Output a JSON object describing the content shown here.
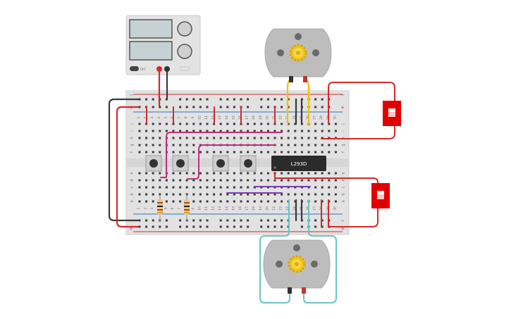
{
  "circuit": {
    "chip_label": "L293D",
    "colors": {
      "wire_red": "#d42a2a",
      "wire_black": "#3a3a3a",
      "wire_yellow": "#f2c200",
      "wire_magenta": "#c0307a",
      "wire_purple": "#7a3fb0",
      "wire_cyan": "#6cc3c8",
      "breadboard": "#e2e2e2",
      "rail_line_red": "#d42a2a",
      "rail_line_blue": "#3a6fb8",
      "motor_body": "#bdbdbd",
      "gear": "#f0c419",
      "chip": "#2b2b2b",
      "switch": "#e00000"
    },
    "power_supply": {
      "button_text": "OFF"
    },
    "breadboard": {
      "column_numbers": [
        "1",
        "2",
        "3",
        "4",
        "5",
        "6",
        "7",
        "8",
        "9",
        "10",
        "11",
        "12",
        "13",
        "14",
        "15",
        "16",
        "17",
        "18",
        "19",
        "20",
        "21",
        "22",
        "23",
        "24",
        "25",
        "26",
        "27",
        "28",
        "29",
        "30"
      ],
      "row_letters_top": [
        "j",
        "i",
        "h",
        "g",
        "f"
      ],
      "row_letters_bottom": [
        "e",
        "d",
        "c",
        "b",
        "a"
      ],
      "rail_plus": "+",
      "rail_minus": "−"
    }
  }
}
